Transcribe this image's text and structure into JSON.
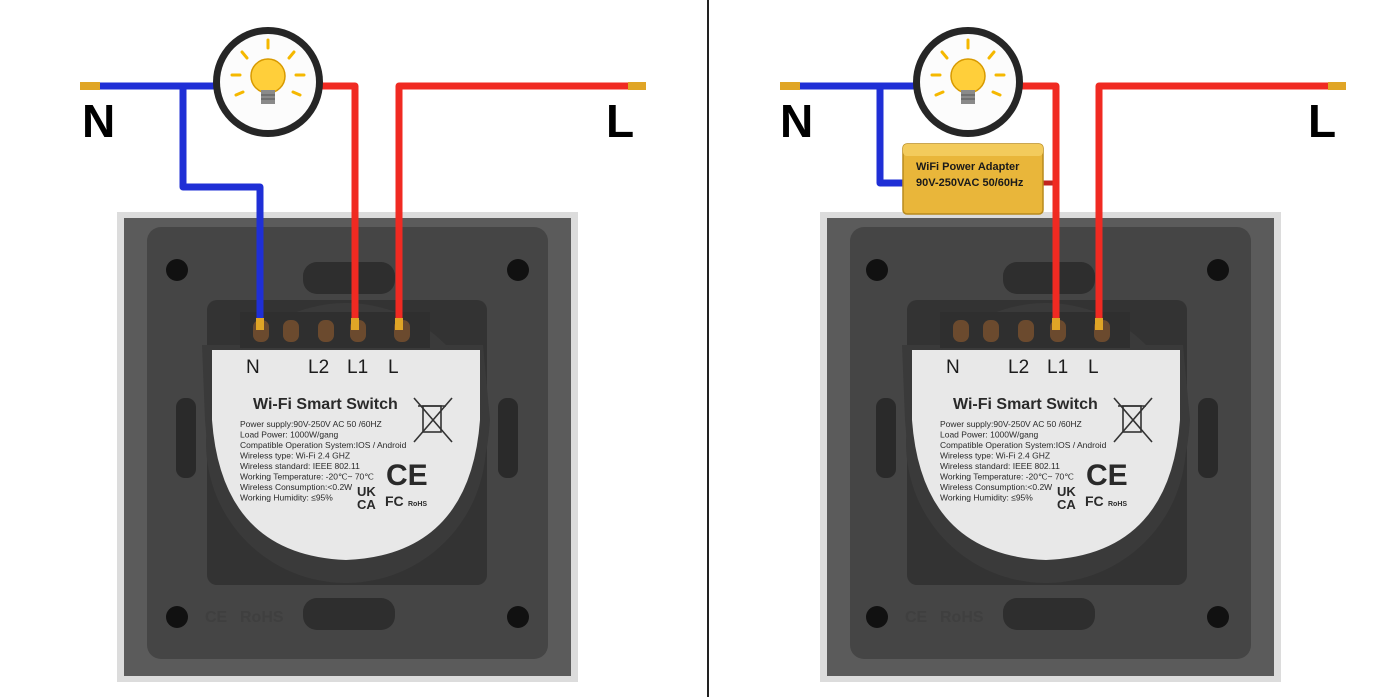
{
  "left": {
    "n_label": "N",
    "l_label": "L"
  },
  "right": {
    "n_label": "N",
    "l_label": "L",
    "adapter": {
      "line1": "WiFi Power Adapter",
      "line2": "90V-250VAC  50/60Hz"
    }
  },
  "module": {
    "terminals": [
      "N",
      "L2",
      "L1",
      "L"
    ],
    "title": "Wi-Fi Smart Switch",
    "specs": [
      "Power supply:90V-250V AC  50 /60HZ",
      "Load Power: 1000W/gang",
      "Compatible Operation System:IOS / Android",
      "Wireless type:  Wi-Fi 2.4 GHZ",
      "Wireless standard: IEEE 802.11",
      "Working Temperature: -20℃~ 70℃",
      "Wireless Consumption:<0.2W",
      "Working Humidity: ≤95%"
    ],
    "ce_mark": "CE",
    "ukca_top": "UK",
    "ukca_bottom": "CA",
    "fc_mark": "FC",
    "rohs_mark": "RoHS"
  },
  "frame": {
    "embossed_ce": "CE",
    "embossed_rohs": "RoHS"
  },
  "colors": {
    "neutral_wire": "#1f2fd6",
    "live_wire": "#f02a22",
    "wire_tip": "#e0a526",
    "frame_gray": "#5a5a5a",
    "module_face": "#e9e9e9",
    "adapter": "#e9b63a"
  },
  "icons": [
    "light-bulb-icon",
    "weee-bin-icon"
  ]
}
